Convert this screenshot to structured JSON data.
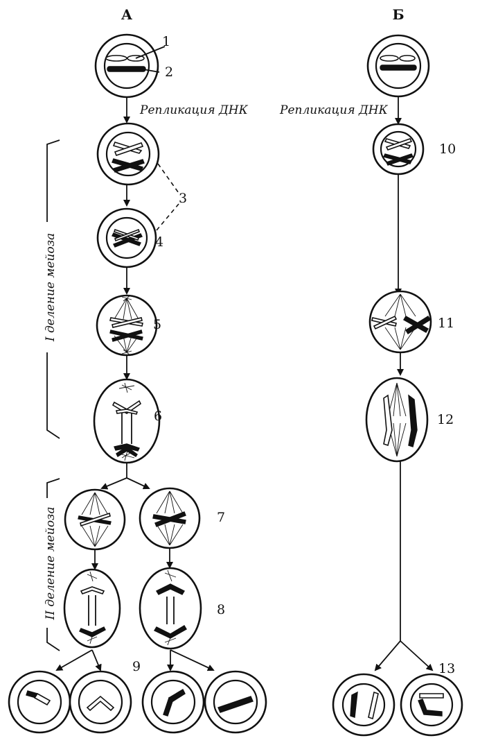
{
  "columns": {
    "left_heading": "А",
    "right_heading": "Б"
  },
  "process_labels": {
    "replication_left": "Репликация ДНК",
    "replication_right": "Репликация ДНК"
  },
  "phase_labels": {
    "meiosis_1": "I деление мейоза",
    "meiosis_2": "II деление мейоза"
  },
  "numbers": [
    "1",
    "2",
    "3",
    "4",
    "5",
    "6",
    "7",
    "8",
    "9",
    "10",
    "11",
    "12",
    "13"
  ]
}
